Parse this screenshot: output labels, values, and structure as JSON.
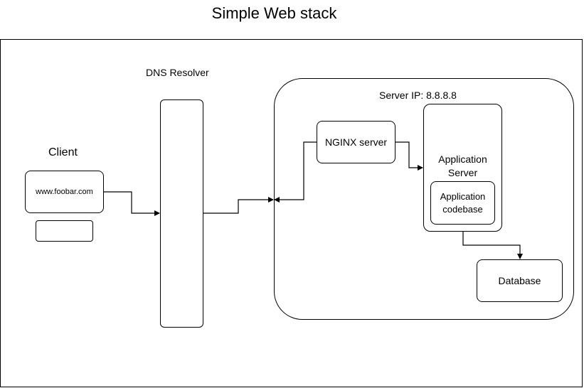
{
  "title": "Simple Web stack",
  "client": {
    "label": "Client",
    "browser_text": "www.foobar.com"
  },
  "dns": {
    "label": "DNS Resolver"
  },
  "server": {
    "label": "Server IP: 8.8.8.8",
    "nginx": "NGINX server",
    "app_server": "Application Server",
    "app_codebase": "Application codebase",
    "database": "Database"
  }
}
